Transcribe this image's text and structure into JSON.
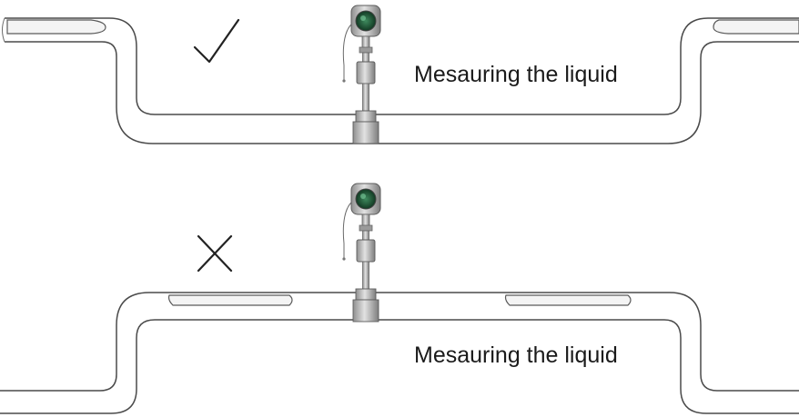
{
  "captions": {
    "top": "Mesauring the liquid",
    "bottom": "Mesauring the liquid"
  },
  "marks": {
    "top": "check-mark",
    "bottom": "cross-mark"
  },
  "colors": {
    "line": "#4a4a4a",
    "meter_body": "#b9b9b9",
    "display": "#1f5a3a"
  }
}
